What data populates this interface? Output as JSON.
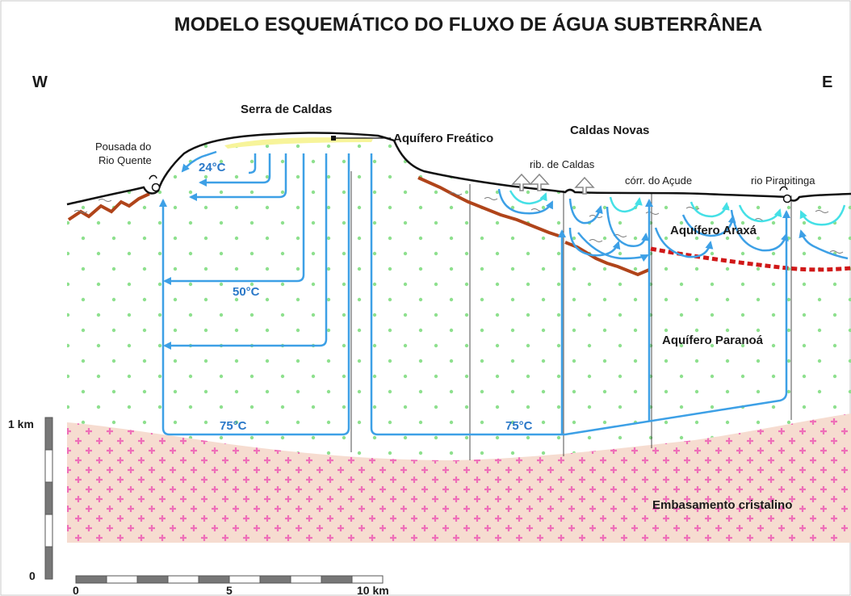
{
  "title": "MODELO ESQUEMÁTICO DO FLUXO DE ÁGUA SUBTERRÂNEA",
  "directions": {
    "west": "W",
    "east": "E"
  },
  "labels": {
    "serra": "Serra de Caldas",
    "freatico": "Aquífero Freático",
    "caldas_novas": "Caldas Novas",
    "pousada_1": "Pousada do",
    "pousada_2": "Rio Quente",
    "rib_caldas": "rib. de Caldas",
    "corr_acude": "córr. do Açude",
    "rio_pirapitinga": "rio Pirapitinga",
    "araxa": "Aquífero Araxá",
    "paranoa": "Aquífero Paranoá",
    "embasamento": "Embasamento cristalino"
  },
  "temperatures": {
    "t24": "24°C",
    "t50": "50°C",
    "t75_west": "75°C",
    "t75_east": "75°C"
  },
  "vertical_scale": {
    "top": "1 km",
    "bottom": "0"
  },
  "horizontal_scale": {
    "start": "0",
    "mid": "5",
    "end": "10 km"
  },
  "colors": {
    "paranoa_fill": "#ffffff",
    "paranoa_dots": "#8ee08e",
    "embasamento_fill": "#f6dcd0",
    "embasamento_cross": "#ee6fb8",
    "freatico_fill": "#f7f49a",
    "flow_deep": "#3da0e6",
    "flow_shallow": "#45e0e6",
    "araxa_contact": "#d01818",
    "weathering_line": "#b0441a",
    "temperature_text": "#2a78c8"
  }
}
